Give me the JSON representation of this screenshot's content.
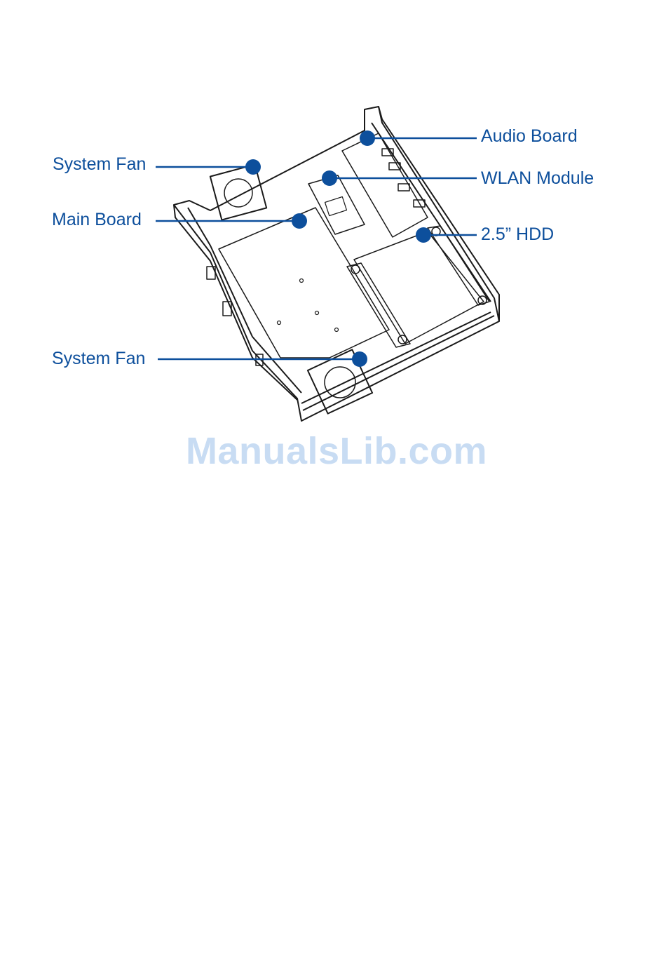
{
  "colors": {
    "callout": "#0d4f9c",
    "line_art": "#1a1a1a",
    "watermark": "#c8dcf3"
  },
  "callouts": [
    {
      "id": "system-fan-top",
      "label": "System Fan"
    },
    {
      "id": "main-board",
      "label": "Main Board"
    },
    {
      "id": "system-fan-bottom",
      "label": "System Fan"
    },
    {
      "id": "audio-board",
      "label": "Audio Board"
    },
    {
      "id": "wlan-module",
      "label": "WLAN Module"
    },
    {
      "id": "hdd",
      "label": "2.5” HDD"
    }
  ],
  "watermark": {
    "brand": "ManualsLib",
    "tld": ".com"
  }
}
